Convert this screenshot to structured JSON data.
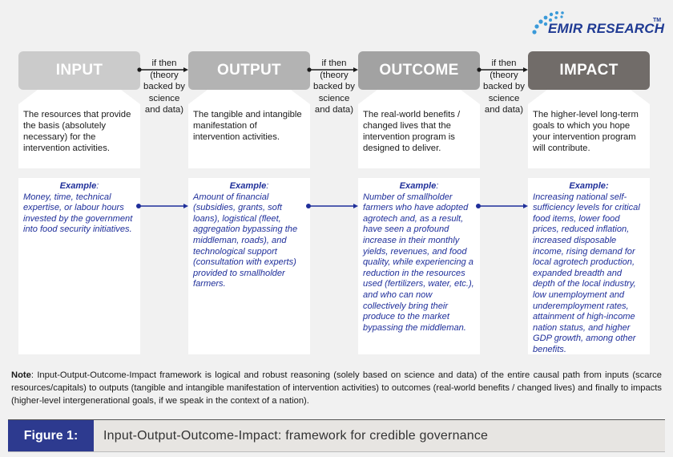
{
  "brand": {
    "logo_text": "EMIR RESEARCH",
    "trademark": "TM",
    "logo_color": "#1f3a93",
    "dot_color": "#3a9ad9"
  },
  "columns": [
    {
      "id": "input",
      "title": "INPUT",
      "header_color": "#cbcbcb",
      "description": "The resources that provide the basis (absolutely necessary) for the intervention activities.",
      "example_label": "Example",
      "example_suffix": ":",
      "example_text": "Money, time, technical expertise, or labour hours invested by the government into food security initiatives."
    },
    {
      "id": "output",
      "title": "OUTPUT",
      "header_color": "#b3b3b3",
      "description": "The tangible and intangible manifestation of intervention activities.",
      "example_label": "Example",
      "example_suffix": ":",
      "example_text": "Amount of financial (subsidies, grants, soft loans), logistical (fleet, aggregation bypassing the middleman, roads), and technological support (consultation with experts) provided to smallholder farmers."
    },
    {
      "id": "outcome",
      "title": "OUTCOME",
      "header_color": "#a2a2a2",
      "description": "The real-world benefits / changed lives that the intervention program is designed to deliver.",
      "example_label": "Example",
      "example_suffix": ":",
      "example_text": "Number of smallholder farmers who have adopted agrotech and, as a result, have seen a profound increase in their monthly yields, revenues, and food quality, while experiencing a reduction in the resources used (fertilizers, water, etc.), and who can now collectively bring their produce to the market bypassing the middleman."
    },
    {
      "id": "impact",
      "title": "IMPACT",
      "header_color": "#716c69",
      "description": "The higher-level long-term goals to which you hope your intervention program will contribute.",
      "example_label": "Example:",
      "example_suffix": "",
      "example_text": "Increasing national self-sufficiency levels for critical food items, lower food prices, reduced inflation, increased disposable income, rising demand for local agrotech production, expanded breadth and depth of the local industry, low unemployment and underemployment rates, attainment of high-income nation status, and higher GDP growth, among other benefits."
    }
  ],
  "connectors": [
    {
      "lines": [
        "if then",
        "(theory",
        "backed by",
        "science",
        "and data)"
      ]
    },
    {
      "lines": [
        "if then",
        "(theory",
        "backed by",
        "science",
        "and data)"
      ]
    },
    {
      "lines": [
        "if then",
        "(theory",
        "backed by",
        "science",
        "and data)"
      ]
    }
  ],
  "note": {
    "label": "Note",
    "text": ": Input-Output-Outcome-Impact framework is logical and robust reasoning (solely based on science and data) of the entire causal path from inputs (scarce resources/capitals) to outputs (tangible and intangible manifestation of intervention activities) to outcomes (real-world benefits / changed lives) and finally to impacts (higher-level intergenerational goals, if we speak in the context of a nation)."
  },
  "caption": {
    "label": "Figure 1:",
    "title": "Input-Output-Outcome-Impact: framework for credible governance",
    "label_bg": "#2d3a8f"
  },
  "colors": {
    "background": "#f1f1f1",
    "example_text": "#1f2f9a",
    "arrow_top": "#1a1a1a",
    "arrow_example": "#1f2f9a"
  }
}
